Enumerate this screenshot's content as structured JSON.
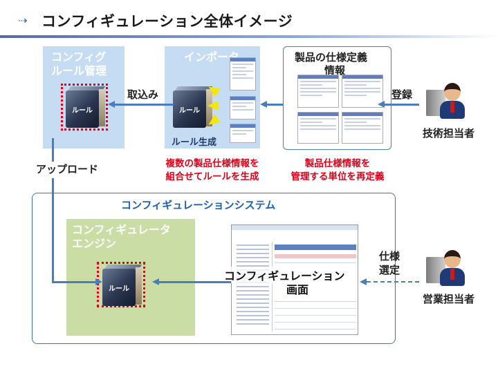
{
  "title": "コンフィギュレーション全体イメージ",
  "boxes": {
    "rule_mgmt": [
      "コンフィグ",
      "ルール管理"
    ],
    "importer": "インポータ",
    "rule_generation": "ルール生成",
    "spec_info": [
      "製品の仕様定義",
      "情報"
    ],
    "system": "コンフィギュレーションシステム",
    "engine": [
      "コンフィギュレータ",
      "エンジン"
    ],
    "screen": [
      "コンフィギュレーション",
      "画面"
    ]
  },
  "rule_label": "ルール",
  "arrows": {
    "import": "取込み",
    "register": "登録",
    "upload": "アップロード",
    "select_spec": [
      "仕様",
      "選定"
    ]
  },
  "actors": {
    "engineer": "技術担当者",
    "sales": "営業担当者"
  },
  "notes": {
    "left": [
      "複数の製品仕様情報を",
      "組合せてルールを生成"
    ],
    "right": [
      "製品仕様情報を",
      "管理する単位を再定義"
    ]
  },
  "colors": {
    "panel_blue": "#c5dcf2",
    "panel_green": "#c9dda5",
    "arrow": "#4a7cc0",
    "system_text": "#1f5fb5",
    "note_red": "#e0001a",
    "import_arrows": "#f5e800"
  },
  "icons": [
    "arrow-bullet-icon",
    "rule-block-icon",
    "document-icon",
    "person-at-computer-icon"
  ]
}
